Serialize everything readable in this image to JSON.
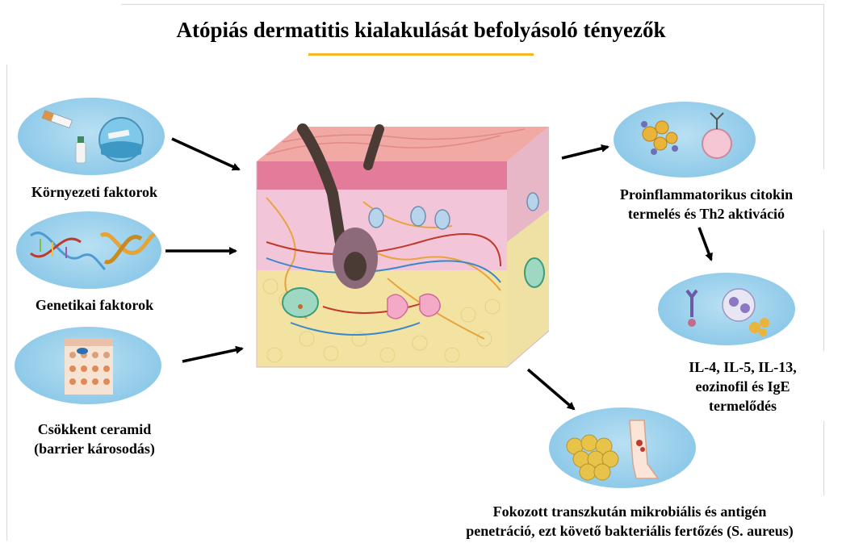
{
  "title": "Atópiás dermatitis kialakulását befolyásoló tényezők",
  "colors": {
    "title_rule": "#f5b72a",
    "ellipse_fill": "#8fcae9",
    "arrow": "#000000",
    "skin_surface": "#f1a9a5",
    "epidermis": "#e27c9a",
    "dermis": "#f2c6d8",
    "fat": "#f3e3a3",
    "hair": "#4a3b34",
    "nerve": "#e8a33c"
  },
  "factors": {
    "environmental": "Környezeti faktorok",
    "genetic": "Genetikai faktorok",
    "ceramide_line1": "Csökkent ceramid",
    "ceramide_line2": "(barrier károsodás)"
  },
  "outcomes": {
    "cytokine_line1": "Proinflammatorikus citokin",
    "cytokine_line2": "termelés és Th2 aktiváció",
    "il_line1": "IL-4, IL-5, IL-13,",
    "il_line2": "eozinofil és IgE",
    "il_line3": "termelődés",
    "infection_line1": "Fokozott transzkután mikrobiális és antigén",
    "infection_line2": "penetráció, ezt követő bakteriális fertőzés (S. aureus)"
  }
}
